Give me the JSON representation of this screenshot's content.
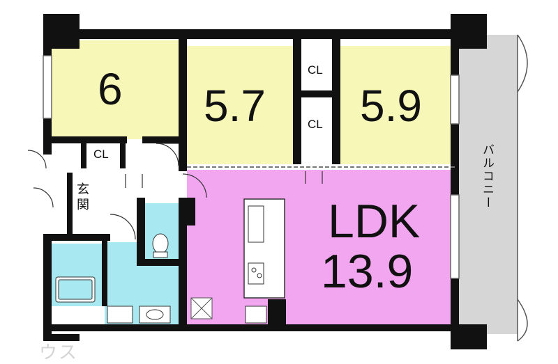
{
  "rooms": {
    "western_left": "6",
    "western_mid": "5.7",
    "western_right": "5.9",
    "ldk_label": "LDK",
    "ldk_size": "13.9"
  },
  "closets": [
    "CL",
    "CL",
    "CL"
  ],
  "entrance": "玄関",
  "balcony": "バルコニー",
  "watermark": "ウス",
  "colors": {
    "western_room": "#f7f7b8",
    "ldk": "#f2a6f0",
    "wet_area": "#a8e8f0",
    "balcony": "#d6d6d6",
    "wall": "#111111"
  }
}
